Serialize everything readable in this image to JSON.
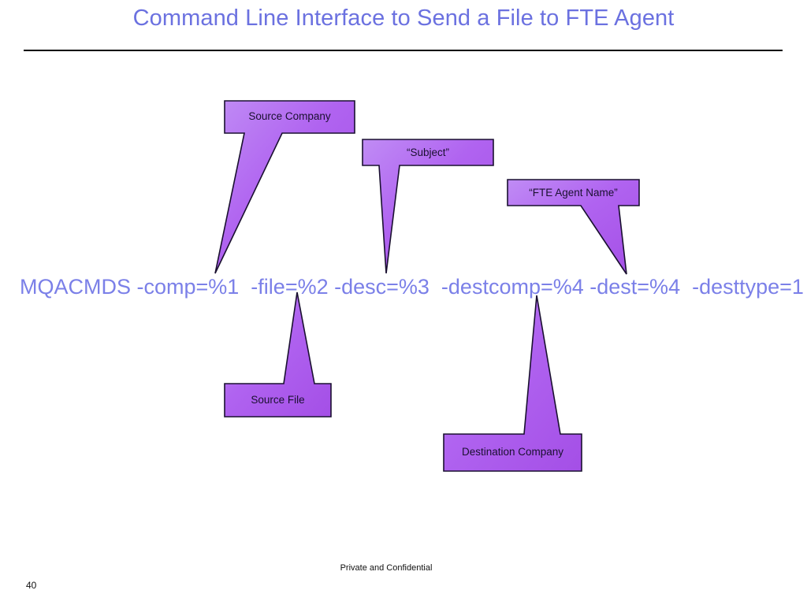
{
  "slide": {
    "title": "Command Line Interface to Send a File to FTE Agent",
    "title_color": "#6b71e0",
    "rule_color": "#000000",
    "background_color": "#ffffff"
  },
  "command": {
    "text": "MQACMDS -comp=%1  -file=%2 -desc=%3  -destcomp=%4 -dest=%4  -desttype=1",
    "color": "#7b80e8"
  },
  "callouts": [
    {
      "id": "source-company",
      "label": "Source Company",
      "points_to": "-comp=%1",
      "direction": "down",
      "fill": "#b063f0",
      "stroke": "#1a1030"
    },
    {
      "id": "subject",
      "label": "“Subject”",
      "points_to": "-desc=%3",
      "direction": "down",
      "fill": "#b063f0",
      "stroke": "#1a1030"
    },
    {
      "id": "fte-agent-name",
      "label": "“FTE Agent Name”",
      "points_to": "-dest=%4",
      "direction": "down",
      "fill": "#b063f0",
      "stroke": "#1a1030"
    },
    {
      "id": "source-file",
      "label": "Source File",
      "points_to": "-file=%2",
      "direction": "up",
      "fill": "#b063f0",
      "stroke": "#1a1030"
    },
    {
      "id": "destination-company",
      "label": "Destination Company",
      "points_to": "-destcomp=%4",
      "direction": "up",
      "fill": "#b063f0",
      "stroke": "#1a1030"
    }
  ],
  "footer": {
    "confidential": "Private and Confidential",
    "page_number": "40"
  }
}
